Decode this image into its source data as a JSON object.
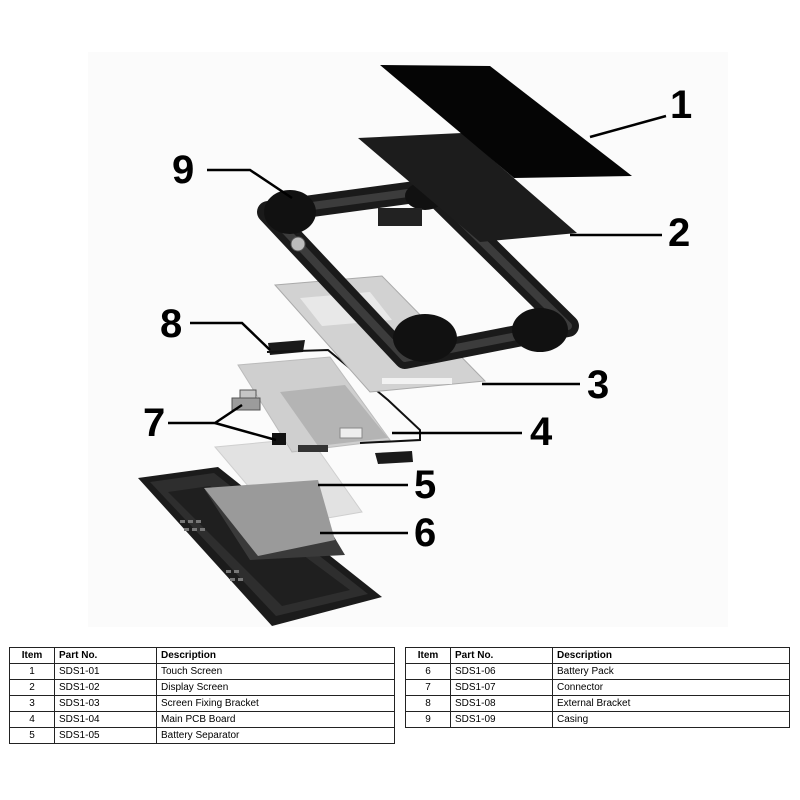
{
  "callouts": [
    "1",
    "2",
    "3",
    "4",
    "5",
    "6",
    "7",
    "8",
    "9"
  ],
  "table": {
    "headers": {
      "item": "Item",
      "part_no": "Part No.",
      "description": "Description"
    },
    "left_rows": [
      {
        "item": "1",
        "part_no": "SDS1-01",
        "description": "Touch Screen"
      },
      {
        "item": "2",
        "part_no": "SDS1-02",
        "description": "Display Screen"
      },
      {
        "item": "3",
        "part_no": "SDS1-03",
        "description": "Screen Fixing Bracket"
      },
      {
        "item": "4",
        "part_no": "SDS1-04",
        "description": "Main PCB Board"
      },
      {
        "item": "5",
        "part_no": "SDS1-05",
        "description": "Battery Separator"
      }
    ],
    "right_rows": [
      {
        "item": "6",
        "part_no": "SDS1-06",
        "description": "Battery Pack"
      },
      {
        "item": "7",
        "part_no": "SDS1-07",
        "description": "Connector"
      },
      {
        "item": "8",
        "part_no": "SDS1-08",
        "description": "External Bracket"
      },
      {
        "item": "9",
        "part_no": "SDS1-09",
        "description": "Casing"
      }
    ]
  },
  "colors": {
    "ink": "#000000",
    "rubber": "#1b1b1b",
    "plate": "#d6d6d6",
    "pcb": "#bdbdbd",
    "battery": "#9a9a9a",
    "background": "#ffffff"
  }
}
